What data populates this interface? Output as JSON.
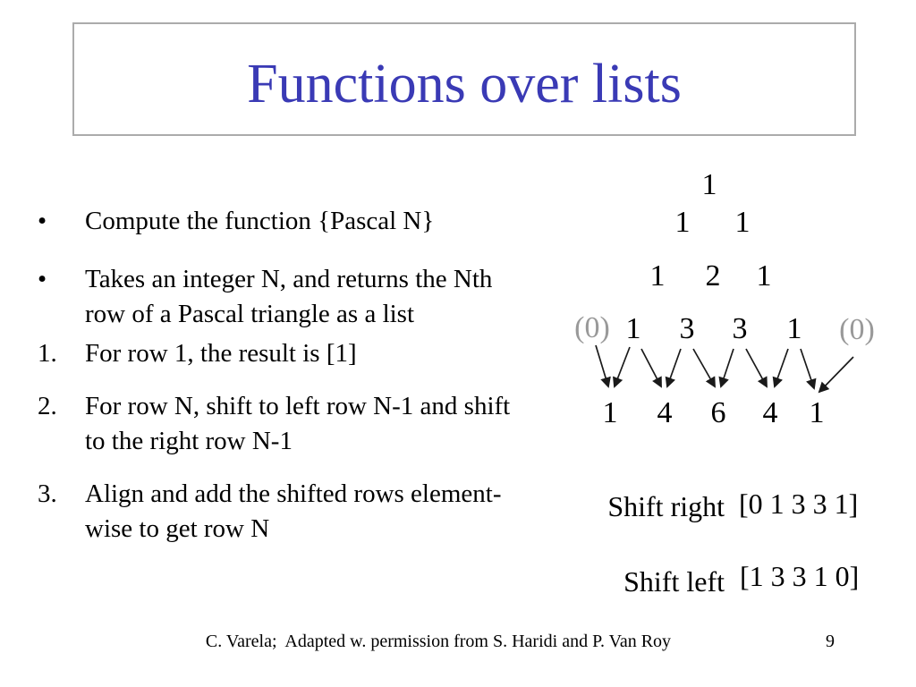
{
  "slide": {
    "title": "Functions over lists",
    "list": {
      "items": [
        {
          "marker": "•",
          "text": "Compute the function {Pascal N}"
        },
        {
          "marker": "•",
          "text": "Takes an integer N, and returns the Nth row of a Pascal triangle as a list"
        },
        {
          "marker": "1.",
          "text": "For row 1, the result is [1]"
        },
        {
          "marker": "2.",
          "text": "For row N, shift to left row N-1 and shift to the right row N-1"
        },
        {
          "marker": "3.",
          "text": "Align and add the shifted rows element-wise to get row N"
        }
      ]
    },
    "triangle": {
      "row1": [
        "1"
      ],
      "row2": [
        "1",
        "1"
      ],
      "row3": [
        "1",
        "2",
        "1"
      ],
      "row4": [
        "(0)",
        "1",
        "3",
        "3",
        "1",
        "(0)"
      ],
      "row5": [
        "1",
        "4",
        "6",
        "4",
        "1"
      ]
    },
    "shift_right": {
      "label": "Shift right",
      "values": "[0 1 3 3 1]"
    },
    "shift_left": {
      "label": "Shift left",
      "values": "[1 3 3 1 0]"
    },
    "footer": "C. Varela;  Adapted w. permission from S. Haridi and P. Van Roy",
    "page_number": "9",
    "colors": {
      "title_blue": "#3a3ab5",
      "zero_gray": "#999999",
      "box_border_gray": "#ababab",
      "arrow_black": "#1a1a1a",
      "background": "#ffffff"
    }
  }
}
